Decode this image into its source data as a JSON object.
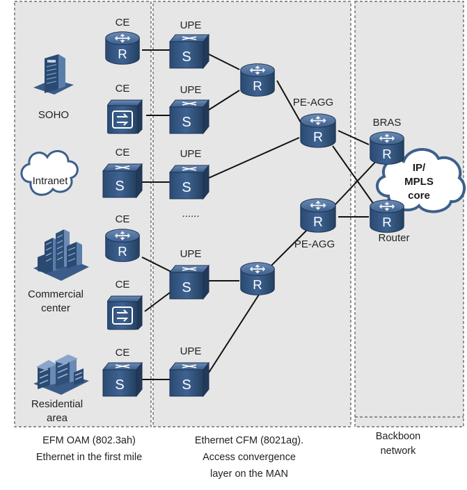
{
  "zones": {
    "efm": {
      "caption_line1": "EFM OAM (802.3ah)",
      "caption_line2": "Ethernet in the first mile"
    },
    "cfm": {
      "caption_line1": "Ethernet CFM (8021ag).",
      "caption_line2": "Access convergence",
      "caption_line3": "layer on the MAN"
    },
    "backbone": {
      "caption_line1": "Backboon",
      "caption_line2": "network"
    }
  },
  "sites": {
    "soho": "SOHO",
    "intranet": "Intranet",
    "commercial_line1": "Commercial",
    "commercial_line2": "center",
    "residential_line1": "Residential",
    "residential_line2": "area"
  },
  "devices": {
    "ce": "CE",
    "upe": "UPE",
    "pe_agg": "PE-AGG",
    "bras": "BRAS",
    "router": "Router",
    "ellipsis": "......"
  },
  "core_cloud": {
    "line1": "IP/",
    "line2": "MPLS",
    "line3": "core"
  },
  "icons": {
    "router": "R",
    "switch": "S",
    "router_icon": "router-icon",
    "switch_icon": "switch-icon",
    "firewall_icon": "firewall-icon",
    "hotel_icon": "hotel-building-icon",
    "commercial_icon": "commercial-buildings-icon",
    "residential_icon": "residential-buildings-icon",
    "cloud_icon": "cloud-icon"
  },
  "colors": {
    "device_top": "#3d5f8c",
    "device_body": "#2c4b73",
    "zone_fill": "#e6e6e6",
    "zone_border": "#555555",
    "cloud_stroke": "#3d5f8c"
  }
}
